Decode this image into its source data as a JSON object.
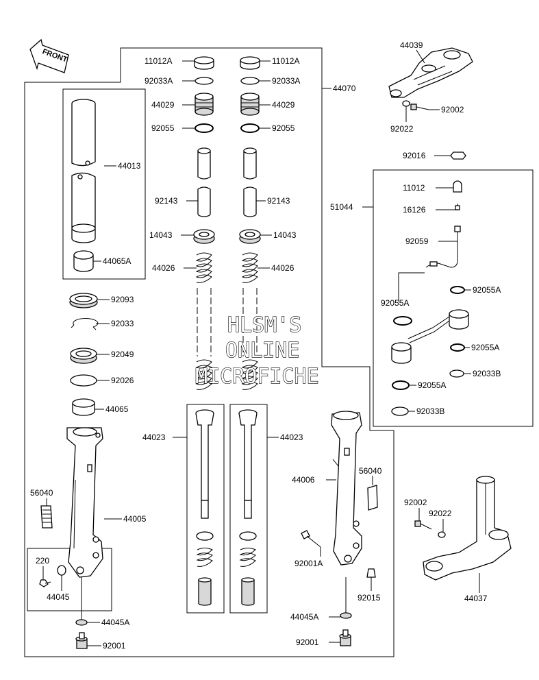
{
  "watermark": [
    "HLSM'S",
    "ONLINE",
    "MICROFICHE"
  ],
  "direction_label": "FRONT",
  "labels": {
    "p11012A_l": "11012A",
    "p11012A_r": "11012A",
    "p92033A_l": "92033A",
    "p92033A_r": "92033A",
    "p44029_l": "44029",
    "p44029_r": "44029",
    "p92055_l": "92055",
    "p92055_r": "92055",
    "p92143_l": "92143",
    "p92143_r": "92143",
    "p14043_l": "14043",
    "p14043_r": "14043",
    "p44026_l": "44026",
    "p44026_r": "44026",
    "p44070": "44070",
    "p44013": "44013",
    "p44065A": "44065A",
    "p92093": "92093",
    "p92033": "92033",
    "p92049": "92049",
    "p92026": "92026",
    "p44065": "44065",
    "p44023_l": "44023",
    "p44023_r": "44023",
    "p44005": "44005",
    "p56040_l": "56040",
    "p220": "220",
    "p44045": "44045",
    "p44045A_l": "44045A",
    "p92001_l": "92001",
    "p44039": "44039",
    "p92002_top": "92002",
    "p92022_top": "92022",
    "p92016": "92016",
    "p51044": "51044",
    "p11012": "11012",
    "p16126": "16126",
    "p92059": "92059",
    "p92055A_1": "92055A",
    "p92055A_2": "92055A",
    "p92055A_3": "92055A",
    "p92055A_4": "92055A",
    "p92033B_1": "92033B",
    "p92033B_2": "92033B",
    "p44006": "44006",
    "p56040_r": "56040",
    "p92001A": "92001A",
    "p92015": "92015",
    "p44045A_r": "44045A",
    "p92001_r": "92001",
    "p92002_bot": "92002",
    "p92022_bot": "92022",
    "p44037": "44037"
  }
}
